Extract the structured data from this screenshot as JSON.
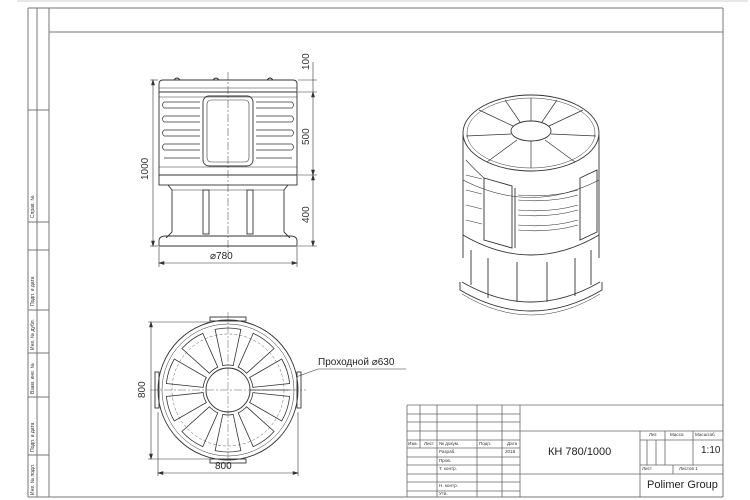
{
  "drawing": {
    "side_view": {
      "dimensions": {
        "overall_height": "1000",
        "top_section": "100",
        "middle_section": "500",
        "bottom_section": "400",
        "diameter": "⌀780"
      }
    },
    "top_view": {
      "dimensions": {
        "height": "800",
        "width": "800"
      },
      "callout": "Проходной ⌀630"
    },
    "isometric_view": {
      "label": ""
    }
  },
  "left_stamp": {
    "cells": [
      {
        "label": "Справ. №"
      },
      {
        "label": "Подп. и дата"
      },
      {
        "label": "Инв. № дубл."
      },
      {
        "label": "Взам. инв. №"
      },
      {
        "label": "Подп. и дата"
      },
      {
        "label": "Инв. № подл."
      }
    ]
  },
  "title_block": {
    "header": {
      "izm": "Изм.",
      "list": "Лист",
      "doc_no": "№ докум.",
      "sign": "Подп.",
      "date": "Дата"
    },
    "rows": [
      {
        "role": "Разраб.",
        "date": "2018"
      },
      {
        "role": "Пров.",
        "date": ""
      },
      {
        "role": "Т. контр.",
        "date": ""
      },
      {
        "role": "",
        "date": ""
      },
      {
        "role": "Н. контр.",
        "date": ""
      },
      {
        "role": "Утв.",
        "date": ""
      }
    ],
    "designation": "КН 780/1000",
    "lit_label": "Лит.",
    "mass_label": "Масса",
    "scale_label": "Масштаб",
    "scale_value": "1:10",
    "sheet_label": "Лист",
    "sheets_label": "Листов 1",
    "company": "Polimer Group"
  }
}
